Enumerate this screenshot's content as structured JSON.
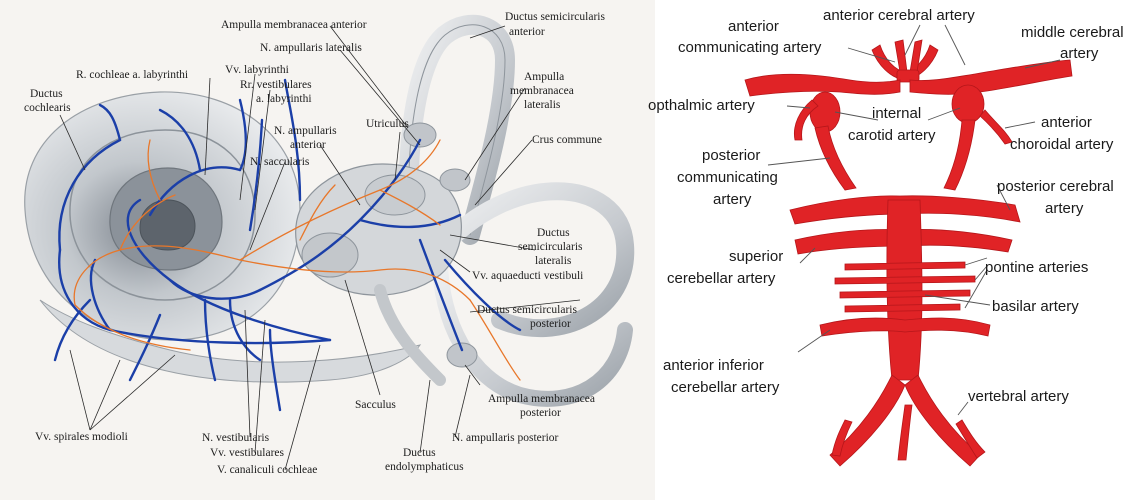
{
  "left_panel": {
    "labels": [
      {
        "id": "ampulla-membranacea-anterior",
        "text": "Ampulla membranacea anterior"
      },
      {
        "id": "ductus-semicircularis-anterior-1",
        "text": "Ductus semicircularis"
      },
      {
        "id": "ductus-semicircularis-anterior-2",
        "text": "anterior"
      },
      {
        "id": "n-ampullaris-lateralis",
        "text": "N. ampullaris lateralis"
      },
      {
        "id": "r-cochleae",
        "text": "R. cochleae a. labyrinthi"
      },
      {
        "id": "vv-labyrinthi",
        "text": "Vv. labyrinthi"
      },
      {
        "id": "rr-vestibulares-1",
        "text": "Rr. vestibulares"
      },
      {
        "id": "rr-vestibulares-2",
        "text": "a. labyrinthi"
      },
      {
        "id": "ductus-cochlearis-1",
        "text": "Ductus"
      },
      {
        "id": "ductus-cochlearis-2",
        "text": "cochlearis"
      },
      {
        "id": "ampulla-lateralis-1",
        "text": "Ampulla"
      },
      {
        "id": "ampulla-lateralis-2",
        "text": "membranacea"
      },
      {
        "id": "ampulla-lateralis-3",
        "text": "lateralis"
      },
      {
        "id": "utriculus",
        "text": "Utriculus"
      },
      {
        "id": "n-ampullaris-anterior-1",
        "text": "N. ampullaris"
      },
      {
        "id": "n-ampullaris-anterior-2",
        "text": "anterior"
      },
      {
        "id": "crus-commune",
        "text": "Crus commune"
      },
      {
        "id": "n-saccularis",
        "text": "N. saccularis"
      },
      {
        "id": "ductus-semic-lateralis-1",
        "text": "Ductus"
      },
      {
        "id": "ductus-semic-lateralis-2",
        "text": "semicircularis"
      },
      {
        "id": "ductus-semic-lateralis-3",
        "text": "lateralis"
      },
      {
        "id": "vv-aquaeducti",
        "text": "Vv. aquaeducti vestibuli"
      },
      {
        "id": "ductus-semic-posterior-1",
        "text": "Ductus semicircularis"
      },
      {
        "id": "ductus-semic-posterior-2",
        "text": "posterior"
      },
      {
        "id": "sacculus",
        "text": "Sacculus"
      },
      {
        "id": "ampulla-posterior-1",
        "text": "Ampulla membranacea"
      },
      {
        "id": "ampulla-posterior-2",
        "text": "posterior"
      },
      {
        "id": "vv-spirales",
        "text": "Vv. spirales modioli"
      },
      {
        "id": "n-vestibularis",
        "text": "N. vestibularis"
      },
      {
        "id": "n-ampullaris-posterior",
        "text": "N. ampullaris posterior"
      },
      {
        "id": "vv-vestibulares",
        "text": "Vv. vestibulares"
      },
      {
        "id": "ductus-endolymph-1",
        "text": "Ductus"
      },
      {
        "id": "ductus-endolymph-2",
        "text": "endolymphaticus"
      },
      {
        "id": "v-canaliculi",
        "text": "V. canaliculi cochleae"
      }
    ]
  },
  "right_panel": {
    "labels": [
      {
        "id": "anterior-communicating-1",
        "text": "anterior"
      },
      {
        "id": "anterior-communicating-2",
        "text": "communicating artery"
      },
      {
        "id": "anterior-cerebral",
        "text": "anterior cerebral artery"
      },
      {
        "id": "middle-cerebral-1",
        "text": "middle cerebral"
      },
      {
        "id": "middle-cerebral-2",
        "text": "artery"
      },
      {
        "id": "opthalmic",
        "text": "opthalmic artery"
      },
      {
        "id": "internal-carotid-1",
        "text": "internal"
      },
      {
        "id": "internal-carotid-2",
        "text": "carotid artery"
      },
      {
        "id": "anterior-choroidal-1",
        "text": "anterior"
      },
      {
        "id": "anterior-choroidal-2",
        "text": "choroidal artery"
      },
      {
        "id": "posterior-communicating-1",
        "text": "posterior"
      },
      {
        "id": "posterior-communicating-2",
        "text": "communicating"
      },
      {
        "id": "posterior-communicating-3",
        "text": "artery"
      },
      {
        "id": "posterior-cerebral-1",
        "text": "posterior cerebral"
      },
      {
        "id": "posterior-cerebral-2",
        "text": "artery"
      },
      {
        "id": "superior-cerebellar-1",
        "text": "superior"
      },
      {
        "id": "superior-cerebellar-2",
        "text": "cerebellar artery"
      },
      {
        "id": "pontine",
        "text": "pontine arteries"
      },
      {
        "id": "basilar",
        "text": "basilar artery"
      },
      {
        "id": "aica-1",
        "text": "anterior inferior"
      },
      {
        "id": "aica-2",
        "text": "cerebellar artery"
      },
      {
        "id": "vertebral",
        "text": "vertebral artery"
      }
    ]
  },
  "colors": {
    "artery_red": "#e02326",
    "vein_blue": "#1b3fa8",
    "artery_orange": "#e8772a",
    "membrane_gray": "#c9cdd2",
    "paper": "#f3f1ee"
  }
}
